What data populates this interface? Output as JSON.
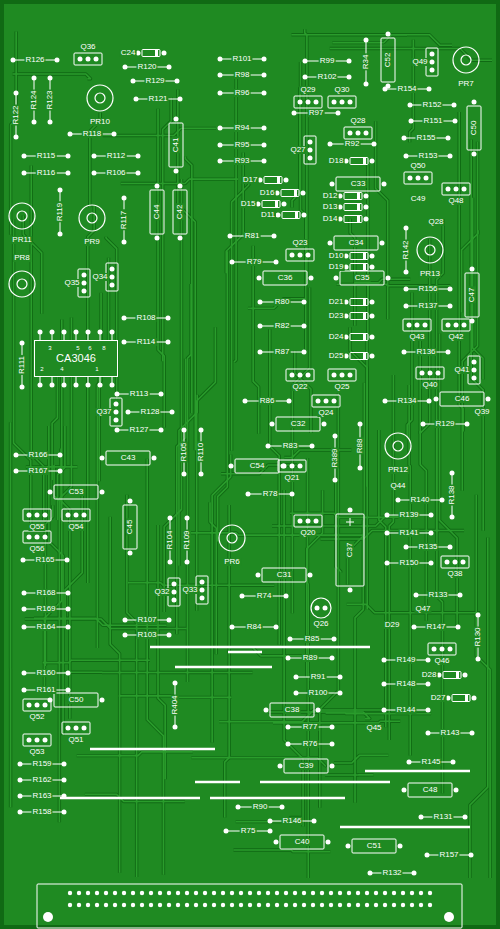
{
  "diagram": {
    "nodes": [
      {
        "text": [
          "CA3046"
        ]
      }
    ],
    "labels": [
      "R126",
      "Q36",
      "C24",
      "R120",
      "R129",
      "R121",
      "R122",
      "R124",
      "R123",
      "PR10",
      "R118",
      "R115",
      "R112",
      "R116",
      "R106",
      "C41",
      "PR11",
      "R119",
      "PR9",
      "R117",
      "C44",
      "C42",
      "PR8",
      "Q35",
      "Q34",
      "R108",
      "R114",
      "R111",
      "R113",
      "Q37",
      "R128",
      "R127",
      "R105",
      "R110",
      "R166",
      "R167",
      "C43",
      "C53",
      "Q55",
      "Q54",
      "Q56",
      "C45",
      "R104",
      "R109",
      "R165",
      "R168",
      "R169",
      "R164",
      "Q32",
      "Q33",
      "R107",
      "R103",
      "R160",
      "R161",
      "C50",
      "Q52",
      "Q51",
      "Q53",
      "R404",
      "R159",
      "R162",
      "R163",
      "R158",
      "R101",
      "R98",
      "R96",
      "R94",
      "R95",
      "R93",
      "R99",
      "R102",
      "Q29",
      "Q30",
      "R97",
      "Q28",
      "Q27",
      "R92",
      "D18",
      "D17",
      "D16",
      "D15",
      "D11",
      "C33",
      "D12",
      "D13",
      "D14",
      "R81",
      "Q23",
      "C34",
      "D10",
      "D19",
      "R79",
      "C35",
      "C36",
      "R80",
      "D21",
      "R82",
      "D23",
      "D24",
      "R87",
      "D25",
      "Q22",
      "Q25",
      "R86",
      "Q24",
      "C32",
      "R88",
      "R83",
      "R389",
      "C54",
      "Q21",
      "R78",
      "Q20",
      "PR6",
      "C37",
      "C31",
      "R74",
      "Q26",
      "R84",
      "R85",
      "R89",
      "R91",
      "R100",
      "C38",
      "R77",
      "R76",
      "C39",
      "R90",
      "R146",
      "R75",
      "C40",
      "C51",
      "R132",
      "C52",
      "Q49",
      "R34",
      "PR7",
      "R154",
      "R152",
      "R151",
      "R155",
      "R153",
      "C50",
      "Q50",
      "C49",
      "Q48",
      "Q28",
      "R142",
      "PR13",
      "R156",
      "R137",
      "C47",
      "Q43",
      "Q42",
      "R136",
      "Q41",
      "Q40",
      "C46",
      "R134",
      "R129",
      "Q39",
      "PR12",
      "Q44",
      "R140",
      "R138",
      "R139",
      "R141",
      "R135",
      "R150",
      "Q38",
      "R133",
      "Q47",
      "D29",
      "R147",
      "R130",
      "Q46",
      "R149",
      "D28",
      "R148",
      "D27",
      "R144",
      "Q45",
      "R143",
      "R145",
      "C48",
      "R131",
      "R157",
      "3",
      "5",
      "6",
      "8",
      "2",
      "4",
      "1"
    ]
  }
}
